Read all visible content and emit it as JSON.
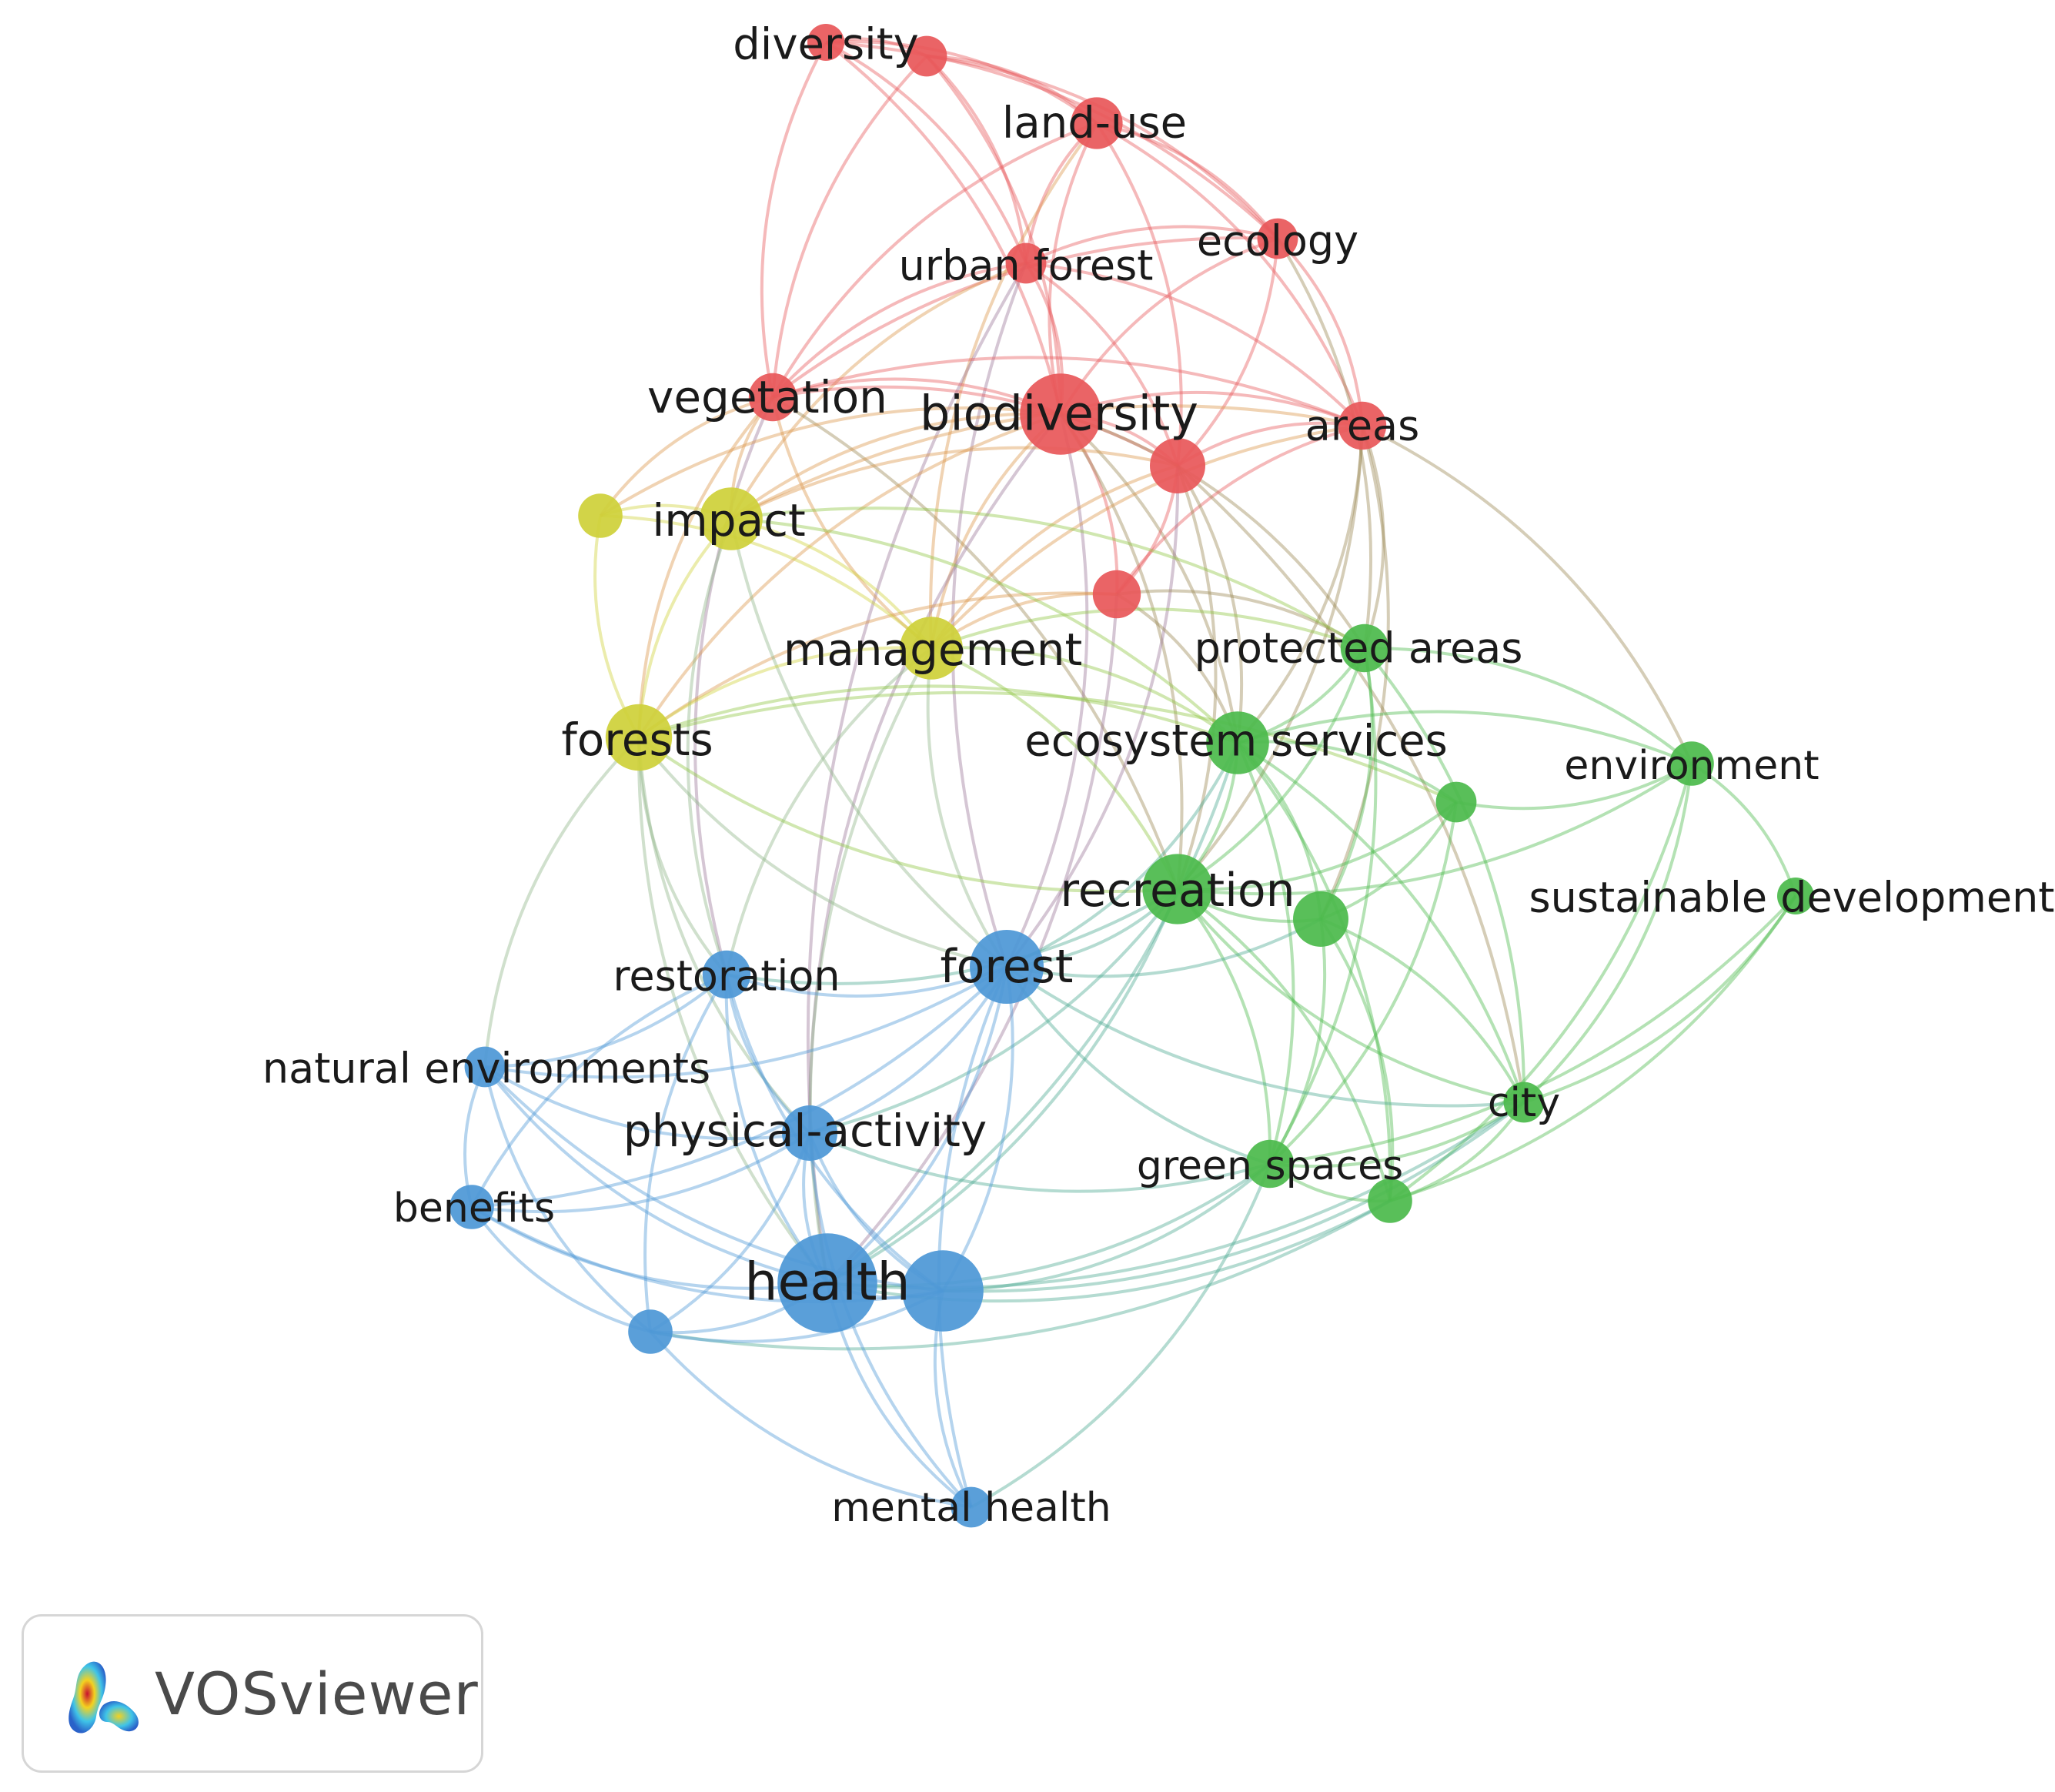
{
  "network": {
    "clusters": [
      {
        "id": 1,
        "color": "#e8585a"
      },
      {
        "id": 2,
        "color": "#4cba4c"
      },
      {
        "id": 3,
        "color": "#4e98d6"
      },
      {
        "id": 4,
        "color": "#cfd13a"
      }
    ],
    "nodes": [
      {
        "id": "diversity",
        "label": "diversity",
        "cluster": 1,
        "weight": 1.0
      },
      {
        "id": "diversity_b",
        "label": "",
        "cluster": 1,
        "weight": 1.1
      },
      {
        "id": "land_use",
        "label": "land-use",
        "cluster": 1,
        "weight": 1.4
      },
      {
        "id": "ecology",
        "label": "ecology",
        "cluster": 1,
        "weight": 1.1
      },
      {
        "id": "urban_forest",
        "label": "urban forest",
        "cluster": 1,
        "weight": 1.1
      },
      {
        "id": "vegetation",
        "label": "vegetation",
        "cluster": 1,
        "weight": 1.3
      },
      {
        "id": "biodiversity",
        "label": "biodiversity",
        "cluster": 1,
        "weight": 2.2
      },
      {
        "id": "areas",
        "label": "areas",
        "cluster": 1,
        "weight": 1.3
      },
      {
        "id": "red_a",
        "label": "",
        "cluster": 1,
        "weight": 1.5
      },
      {
        "id": "red_b",
        "label": "",
        "cluster": 1,
        "weight": 1.3
      },
      {
        "id": "yellow_a",
        "label": "",
        "cluster": 4,
        "weight": 1.2
      },
      {
        "id": "impact",
        "label": "impact",
        "cluster": 4,
        "weight": 1.7
      },
      {
        "id": "management",
        "label": "management",
        "cluster": 4,
        "weight": 1.7
      },
      {
        "id": "forests",
        "label": "forests",
        "cluster": 4,
        "weight": 1.8
      },
      {
        "id": "protected_areas",
        "label": "protected areas",
        "cluster": 2,
        "weight": 1.3
      },
      {
        "id": "ecosystem_services",
        "label": "ecosystem services",
        "cluster": 2,
        "weight": 1.7
      },
      {
        "id": "environment",
        "label": "environment",
        "cluster": 2,
        "weight": 1.2
      },
      {
        "id": "green_a",
        "label": "",
        "cluster": 2,
        "weight": 1.1
      },
      {
        "id": "recreation",
        "label": "recreation",
        "cluster": 2,
        "weight": 1.9
      },
      {
        "id": "green_b",
        "label": "",
        "cluster": 2,
        "weight": 1.5
      },
      {
        "id": "sustainable_development",
        "label": "sustainable development",
        "cluster": 2,
        "weight": 1.0
      },
      {
        "id": "city",
        "label": "city",
        "cluster": 2,
        "weight": 1.1
      },
      {
        "id": "green_spaces",
        "label": "green spaces",
        "cluster": 2,
        "weight": 1.3
      },
      {
        "id": "green_c",
        "label": "",
        "cluster": 2,
        "weight": 1.2
      },
      {
        "id": "restoration",
        "label": "restoration",
        "cluster": 3,
        "weight": 1.3
      },
      {
        "id": "forest",
        "label": "forest",
        "cluster": 3,
        "weight": 2.0
      },
      {
        "id": "natural_environments",
        "label": "natural environments",
        "cluster": 3,
        "weight": 1.1
      },
      {
        "id": "physical_activity",
        "label": "physical-activity",
        "cluster": 3,
        "weight": 1.5
      },
      {
        "id": "benefits",
        "label": "benefits",
        "cluster": 3,
        "weight": 1.2
      },
      {
        "id": "health",
        "label": "health",
        "cluster": 3,
        "weight": 2.7
      },
      {
        "id": "blue_a",
        "label": "",
        "cluster": 3,
        "weight": 2.2
      },
      {
        "id": "blue_b",
        "label": "",
        "cluster": 3,
        "weight": 1.2
      },
      {
        "id": "mental_health",
        "label": "mental health",
        "cluster": 3,
        "weight": 1.1
      }
    ],
    "links": [
      [
        "diversity",
        "diversity_b"
      ],
      [
        "diversity",
        "land_use"
      ],
      [
        "diversity",
        "urban_forest"
      ],
      [
        "diversity",
        "vegetation"
      ],
      [
        "diversity",
        "biodiversity"
      ],
      [
        "diversity",
        "ecology"
      ],
      [
        "diversity_b",
        "land_use"
      ],
      [
        "diversity_b",
        "urban_forest"
      ],
      [
        "diversity_b",
        "ecology"
      ],
      [
        "diversity_b",
        "biodiversity"
      ],
      [
        "diversity_b",
        "vegetation"
      ],
      [
        "land_use",
        "ecology"
      ],
      [
        "land_use",
        "urban_forest"
      ],
      [
        "land_use",
        "biodiversity"
      ],
      [
        "land_use",
        "areas"
      ],
      [
        "land_use",
        "red_a"
      ],
      [
        "land_use",
        "vegetation"
      ],
      [
        "land_use",
        "management"
      ],
      [
        "ecology",
        "urban_forest"
      ],
      [
        "ecology",
        "biodiversity"
      ],
      [
        "ecology",
        "areas"
      ],
      [
        "ecology",
        "red_a"
      ],
      [
        "ecology",
        "vegetation"
      ],
      [
        "ecology",
        "protected_areas"
      ],
      [
        "urban_forest",
        "biodiversity"
      ],
      [
        "urban_forest",
        "vegetation"
      ],
      [
        "urban_forest",
        "red_a"
      ],
      [
        "urban_forest",
        "forest"
      ],
      [
        "urban_forest",
        "impact"
      ],
      [
        "urban_forest",
        "health"
      ],
      [
        "urban_forest",
        "areas"
      ],
      [
        "vegetation",
        "biodiversity"
      ],
      [
        "vegetation",
        "impact"
      ],
      [
        "vegetation",
        "red_a"
      ],
      [
        "vegetation",
        "management"
      ],
      [
        "vegetation",
        "restoration"
      ],
      [
        "vegetation",
        "forests"
      ],
      [
        "vegetation",
        "areas"
      ],
      [
        "vegetation",
        "recreation"
      ],
      [
        "vegetation",
        "yellow_a"
      ],
      [
        "biodiversity",
        "areas"
      ],
      [
        "biodiversity",
        "red_a"
      ],
      [
        "biodiversity",
        "red_b"
      ],
      [
        "biodiversity",
        "management"
      ],
      [
        "biodiversity",
        "ecosystem_services"
      ],
      [
        "biodiversity",
        "impact"
      ],
      [
        "biodiversity",
        "forests"
      ],
      [
        "biodiversity",
        "recreation"
      ],
      [
        "biodiversity",
        "forest"
      ],
      [
        "biodiversity",
        "protected_areas"
      ],
      [
        "biodiversity",
        "physical_activity"
      ],
      [
        "areas",
        "red_a"
      ],
      [
        "areas",
        "red_b"
      ],
      [
        "areas",
        "protected_areas"
      ],
      [
        "areas",
        "ecosystem_services"
      ],
      [
        "areas",
        "environment"
      ],
      [
        "areas",
        "recreation"
      ],
      [
        "areas",
        "green_b"
      ],
      [
        "areas",
        "management"
      ],
      [
        "areas",
        "impact"
      ],
      [
        "red_a",
        "red_b"
      ],
      [
        "red_a",
        "impact"
      ],
      [
        "red_a",
        "ecosystem_services"
      ],
      [
        "red_a",
        "recreation"
      ],
      [
        "red_a",
        "forest"
      ],
      [
        "red_a",
        "management"
      ],
      [
        "red_a",
        "city"
      ],
      [
        "red_b",
        "management"
      ],
      [
        "red_b",
        "ecosystem_services"
      ],
      [
        "red_b",
        "health"
      ],
      [
        "red_b",
        "forests"
      ],
      [
        "red_b",
        "protected_areas"
      ],
      [
        "yellow_a",
        "impact"
      ],
      [
        "yellow_a",
        "forests"
      ],
      [
        "yellow_a",
        "management"
      ],
      [
        "yellow_a",
        "biodiversity"
      ],
      [
        "impact",
        "management"
      ],
      [
        "impact",
        "forests"
      ],
      [
        "impact",
        "restoration"
      ],
      [
        "impact",
        "ecosystem_services"
      ],
      [
        "impact",
        "forest"
      ],
      [
        "impact",
        "protected_areas"
      ],
      [
        "management",
        "forests"
      ],
      [
        "management",
        "ecosystem_services"
      ],
      [
        "management",
        "recreation"
      ],
      [
        "management",
        "forest"
      ],
      [
        "management",
        "health"
      ],
      [
        "management",
        "protected_areas"
      ],
      [
        "management",
        "restoration"
      ],
      [
        "forests",
        "forest"
      ],
      [
        "forests",
        "restoration"
      ],
      [
        "forests",
        "natural_environments"
      ],
      [
        "forests",
        "ecosystem_services"
      ],
      [
        "forests",
        "health"
      ],
      [
        "forests",
        "physical_activity"
      ],
      [
        "forests",
        "recreation"
      ],
      [
        "forests",
        "green_a"
      ],
      [
        "protected_areas",
        "ecosystem_services"
      ],
      [
        "protected_areas",
        "recreation"
      ],
      [
        "protected_areas",
        "environment"
      ],
      [
        "protected_areas",
        "green_b"
      ],
      [
        "protected_areas",
        "city"
      ],
      [
        "protected_areas",
        "green_spaces"
      ],
      [
        "ecosystem_services",
        "recreation"
      ],
      [
        "ecosystem_services",
        "green_a"
      ],
      [
        "ecosystem_services",
        "green_b"
      ],
      [
        "ecosystem_services",
        "environment"
      ],
      [
        "ecosystem_services",
        "green_spaces"
      ],
      [
        "ecosystem_services",
        "city"
      ],
      [
        "ecosystem_services",
        "forest"
      ],
      [
        "ecosystem_services",
        "green_c"
      ],
      [
        "ecosystem_services",
        "health"
      ],
      [
        "environment",
        "green_a"
      ],
      [
        "environment",
        "sustainable_development"
      ],
      [
        "environment",
        "city"
      ],
      [
        "environment",
        "green_c"
      ],
      [
        "environment",
        "recreation"
      ],
      [
        "green_a",
        "recreation"
      ],
      [
        "green_a",
        "green_b"
      ],
      [
        "green_a",
        "green_spaces"
      ],
      [
        "recreation",
        "green_b"
      ],
      [
        "recreation",
        "forest"
      ],
      [
        "recreation",
        "green_spaces"
      ],
      [
        "recreation",
        "city"
      ],
      [
        "recreation",
        "health"
      ],
      [
        "recreation",
        "restoration"
      ],
      [
        "recreation",
        "physical_activity"
      ],
      [
        "recreation",
        "green_c"
      ],
      [
        "green_b",
        "green_spaces"
      ],
      [
        "green_b",
        "city"
      ],
      [
        "green_b",
        "green_c"
      ],
      [
        "green_b",
        "forest"
      ],
      [
        "sustainable_development",
        "city"
      ],
      [
        "sustainable_development",
        "green_c"
      ],
      [
        "sustainable_development",
        "green_spaces"
      ],
      [
        "city",
        "green_spaces"
      ],
      [
        "city",
        "green_c"
      ],
      [
        "city",
        "health"
      ],
      [
        "city",
        "forest"
      ],
      [
        "city",
        "blue_a"
      ],
      [
        "green_spaces",
        "green_c"
      ],
      [
        "green_spaces",
        "health"
      ],
      [
        "green_spaces",
        "blue_a"
      ],
      [
        "green_spaces",
        "physical_activity"
      ],
      [
        "green_spaces",
        "mental_health"
      ],
      [
        "green_c",
        "health"
      ],
      [
        "green_c",
        "blue_b"
      ],
      [
        "restoration",
        "forest"
      ],
      [
        "restoration",
        "natural_environments"
      ],
      [
        "restoration",
        "physical_activity"
      ],
      [
        "restoration",
        "health"
      ],
      [
        "restoration",
        "blue_a"
      ],
      [
        "restoration",
        "benefits"
      ],
      [
        "restoration",
        "blue_b"
      ],
      [
        "forest",
        "physical_activity"
      ],
      [
        "forest",
        "health"
      ],
      [
        "forest",
        "blue_a"
      ],
      [
        "forest",
        "natural_environments"
      ],
      [
        "forest",
        "benefits"
      ],
      [
        "forest",
        "mental_health"
      ],
      [
        "forest",
        "green_spaces"
      ],
      [
        "natural_environments",
        "physical_activity"
      ],
      [
        "natural_environments",
        "benefits"
      ],
      [
        "natural_environments",
        "health"
      ],
      [
        "natural_environments",
        "blue_a"
      ],
      [
        "natural_environments",
        "blue_b"
      ],
      [
        "physical_activity",
        "benefits"
      ],
      [
        "physical_activity",
        "health"
      ],
      [
        "physical_activity",
        "blue_a"
      ],
      [
        "physical_activity",
        "blue_b"
      ],
      [
        "physical_activity",
        "mental_health"
      ],
      [
        "benefits",
        "health"
      ],
      [
        "benefits",
        "blue_b"
      ],
      [
        "benefits",
        "blue_a"
      ],
      [
        "health",
        "blue_a"
      ],
      [
        "health",
        "blue_b"
      ],
      [
        "health",
        "mental_health"
      ],
      [
        "blue_a",
        "blue_b"
      ],
      [
        "blue_a",
        "mental_health"
      ],
      [
        "blue_b",
        "mental_health"
      ]
    ]
  },
  "branding": {
    "logo_text": "VOSviewer",
    "logo_icon": "vosviewer-density-icon"
  }
}
